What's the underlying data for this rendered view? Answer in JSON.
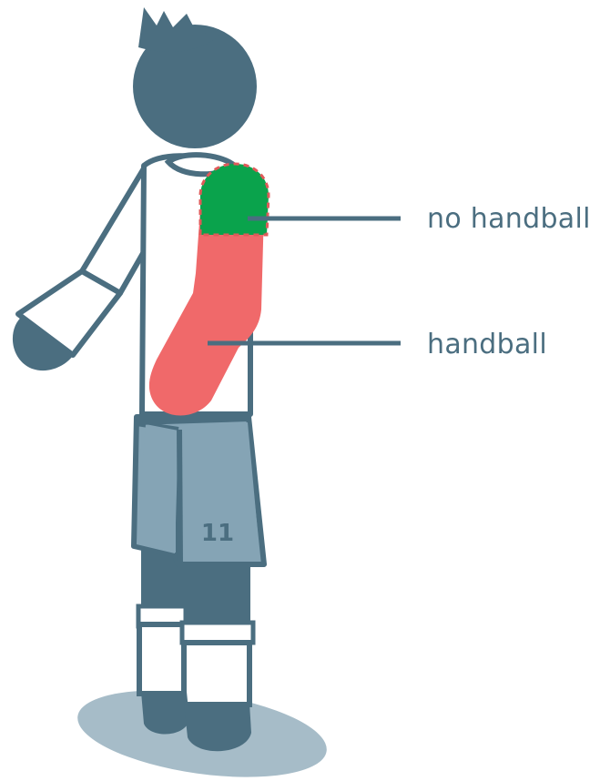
{
  "labels": {
    "no_handball": "no handball",
    "handball": "handball"
  },
  "player": {
    "shirt_number": "11"
  },
  "colors": {
    "outline": "#4b6e80",
    "skin_dark": "#4b6e80",
    "shorts": "#85a4b5",
    "shadow": "#a6bcc8",
    "handball_zone": "#f0696a",
    "no_handball_zone": "#0aa34c",
    "zone_border": "#e05a5a"
  }
}
